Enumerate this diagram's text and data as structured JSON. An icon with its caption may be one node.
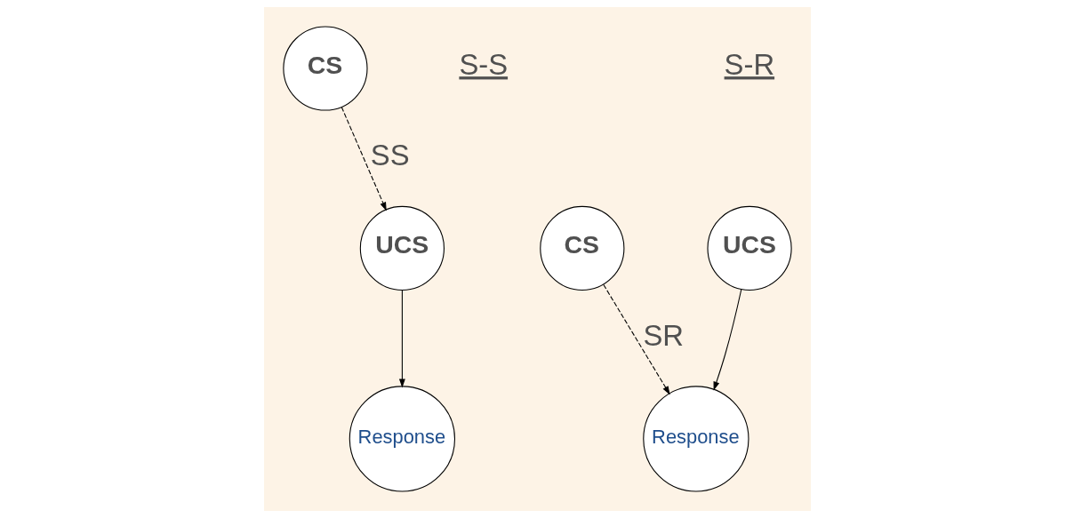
{
  "diagram": {
    "nodes": [
      {
        "text": [
          "UCS"
        ]
      },
      {
        "text": [
          "CS"
        ]
      },
      {
        "text": [
          "Response"
        ]
      },
      {
        "text": [
          "UCS"
        ]
      },
      {
        "text": [
          "CS"
        ]
      },
      {
        "text": [
          "Response"
        ]
      }
    ],
    "edges": [
      {
        "from": 1,
        "to": 0,
        "arrow": "to",
        "style": "dashed",
        "label": "SS"
      },
      {
        "from": 0,
        "to": 2,
        "arrow": "to"
      },
      {
        "from": 3,
        "to": 5,
        "arrow": "to"
      },
      {
        "from": 4,
        "to": 5,
        "arrow": "to",
        "style": "dashed",
        "label": "SR"
      }
    ],
    "labels": [
      "S-S",
      "S-R"
    ]
  }
}
